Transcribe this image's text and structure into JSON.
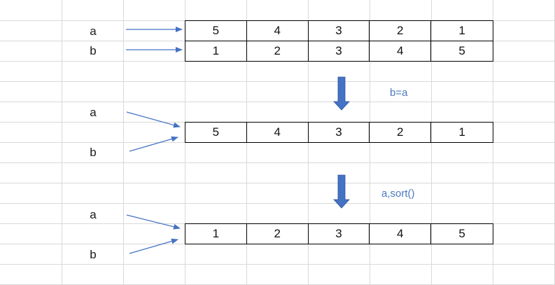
{
  "stage1": {
    "a_label": "a",
    "b_label": "b",
    "a_values": [
      "5",
      "4",
      "3",
      "2",
      "1"
    ],
    "b_values": [
      "1",
      "2",
      "3",
      "4",
      "5"
    ]
  },
  "stage2": {
    "operation": "b=a",
    "a_label": "a",
    "b_label": "b",
    "values": [
      "5",
      "4",
      "3",
      "2",
      "1"
    ]
  },
  "stage3": {
    "operation": "a,sort()",
    "a_label": "a",
    "b_label": "b",
    "values": [
      "1",
      "2",
      "3",
      "4",
      "5"
    ]
  },
  "colors": {
    "arrow": "#4472c4",
    "block_arrow": "#4472c4",
    "gridline": "#d9d9d9",
    "operation_text": "#4a78c2"
  }
}
